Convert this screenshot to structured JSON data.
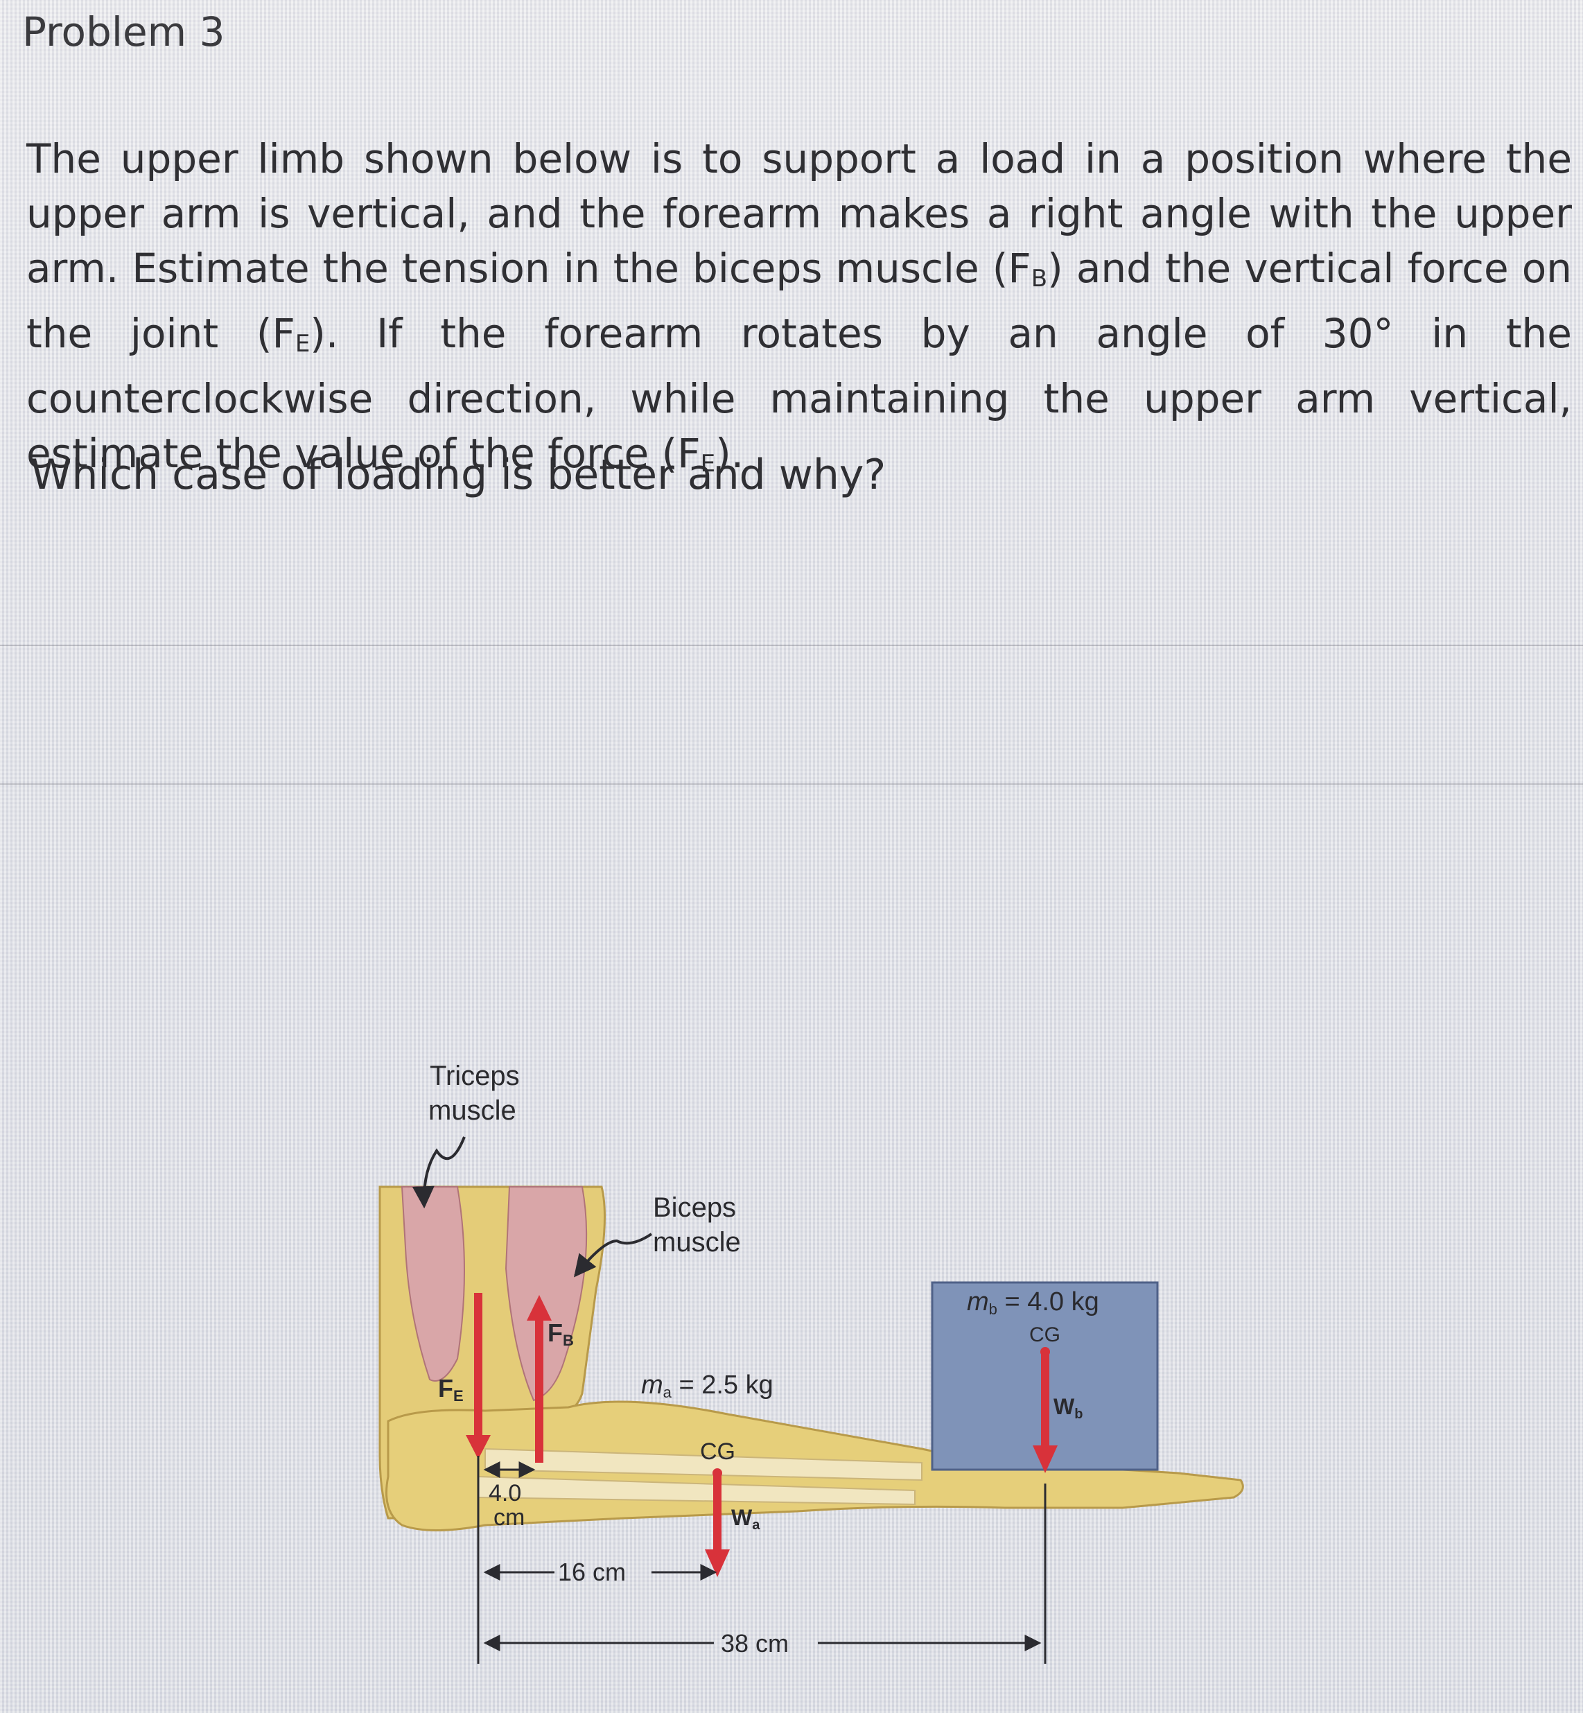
{
  "heading": "Problem 3",
  "paragraph": {
    "l1": "The upper limb shown below is to support a load in a position where the",
    "l2": "upper arm is vertical, and the forearm makes a right angle with the upper",
    "l3a": "arm. Estimate the tension in the biceps muscle (F",
    "l3sub": "B",
    "l3b": ") and the vertical force on",
    "l4a": "the joint (F",
    "l4sub": "E",
    "l4b": "). If the forearm rotates by an angle of 30° in the",
    "l5": "counterclockwise direction, while maintaining the upper arm vertical,",
    "l6a": "estimate the value of the force (F",
    "l6sub": "E",
    "l6b": ")."
  },
  "question": "Which case of loading is better and why?",
  "figure": {
    "triceps_label_1": "Triceps",
    "triceps_label_2": "muscle",
    "biceps_label_1": "Biceps",
    "biceps_label_2": "muscle",
    "fe_label": "F",
    "fe_sub": "E",
    "fb_label": "F",
    "fb_sub": "B",
    "ma_label": "m",
    "ma_sub": "a",
    "ma_value": " = 2.5 kg",
    "mb_label": "m",
    "mb_sub": "b",
    "mb_value": " = 4.0 kg",
    "cg_arm": "CG",
    "cg_load": "CG",
    "wa_label": "W",
    "wa_sub": "a",
    "wb_label": "W",
    "wb_sub": "b",
    "dim_small_1": "4.0",
    "dim_small_2": "cm",
    "dim_16": "16 cm",
    "dim_38": "38 cm"
  },
  "colors": {
    "arm_fill": "#e6cf7a",
    "muscle_fill": "#d9a6a8",
    "load_fill": "#7f93b8",
    "arrow_red": "#d8323a"
  }
}
